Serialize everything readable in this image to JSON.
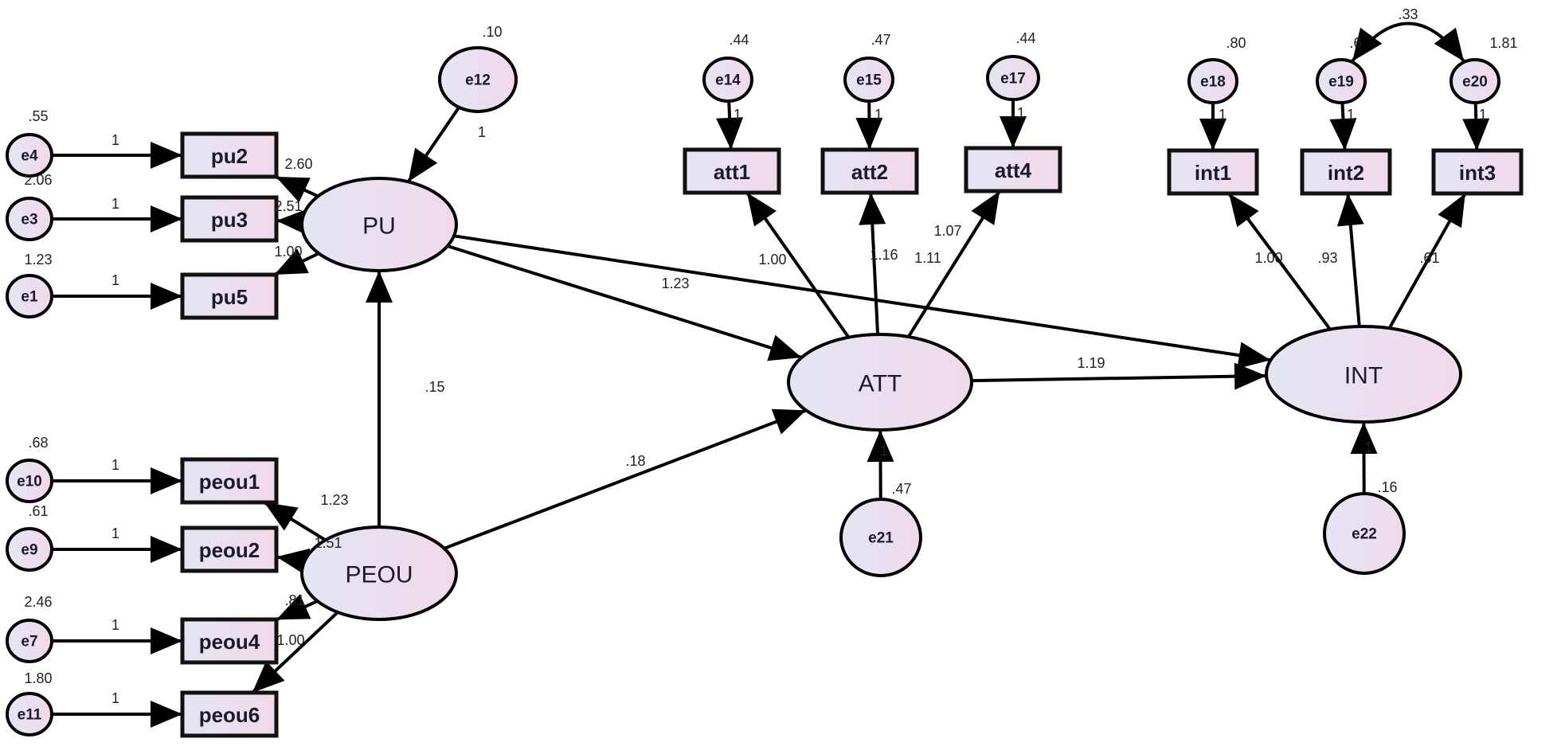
{
  "diagram": {
    "type": "structural-equation-model",
    "latent": [
      {
        "id": "PU",
        "label": "PU"
      },
      {
        "id": "PEOU",
        "label": "PEOU"
      },
      {
        "id": "ATT",
        "label": "ATT"
      },
      {
        "id": "INT",
        "label": "INT"
      }
    ],
    "observed": [
      {
        "id": "pu2",
        "label": "pu2"
      },
      {
        "id": "pu3",
        "label": "pu3"
      },
      {
        "id": "pu5",
        "label": "pu5"
      },
      {
        "id": "peou1",
        "label": "peou1"
      },
      {
        "id": "peou2",
        "label": "peou2"
      },
      {
        "id": "peou4",
        "label": "peou4"
      },
      {
        "id": "peou6",
        "label": "peou6"
      },
      {
        "id": "att1",
        "label": "att1"
      },
      {
        "id": "att2",
        "label": "att2"
      },
      {
        "id": "att4",
        "label": "att4"
      },
      {
        "id": "int1",
        "label": "int1"
      },
      {
        "id": "int2",
        "label": "int2"
      },
      {
        "id": "int3",
        "label": "int3"
      }
    ],
    "errors": [
      {
        "id": "e4",
        "label": "e4",
        "variance": ".55"
      },
      {
        "id": "e3",
        "label": "e3",
        "variance": "2.06"
      },
      {
        "id": "e1",
        "label": "e1",
        "variance": "1.23"
      },
      {
        "id": "e10",
        "label": "e10",
        "variance": ".68"
      },
      {
        "id": "e9",
        "label": "e9",
        "variance": ".61"
      },
      {
        "id": "e7",
        "label": "e7",
        "variance": "2.46"
      },
      {
        "id": "e11",
        "label": "e11",
        "variance": "1.80"
      },
      {
        "id": "e12",
        "label": "e12",
        "variance": ".10"
      },
      {
        "id": "e14",
        "label": "e14",
        "variance": ".44"
      },
      {
        "id": "e15",
        "label": "e15",
        "variance": ".47"
      },
      {
        "id": "e17",
        "label": "e17",
        "variance": ".44"
      },
      {
        "id": "e18",
        "label": "e18",
        "variance": ".80"
      },
      {
        "id": "e19",
        "label": "e19",
        "variance": ".6"
      },
      {
        "id": "e20",
        "label": "e20",
        "variance": "1.81"
      },
      {
        "id": "e21",
        "label": "e21",
        "variance": ".47"
      },
      {
        "id": "e22",
        "label": "e22",
        "variance": ".16"
      }
    ],
    "paths": [
      {
        "from": "e4",
        "to": "pu2",
        "label": "1"
      },
      {
        "from": "e3",
        "to": "pu3",
        "label": "1"
      },
      {
        "from": "e1",
        "to": "pu5",
        "label": "1"
      },
      {
        "from": "e10",
        "to": "peou1",
        "label": "1"
      },
      {
        "from": "e9",
        "to": "peou2",
        "label": "1"
      },
      {
        "from": "e7",
        "to": "peou4",
        "label": "1"
      },
      {
        "from": "e11",
        "to": "peou6",
        "label": "1"
      },
      {
        "from": "PU",
        "to": "pu2",
        "label": "2.60"
      },
      {
        "from": "PU",
        "to": "pu3",
        "label": "2.51"
      },
      {
        "from": "PU",
        "to": "pu5",
        "label": "1.00"
      },
      {
        "from": "PEOU",
        "to": "peou1",
        "label": "1.23"
      },
      {
        "from": "PEOU",
        "to": "peou2",
        "label": "1.51"
      },
      {
        "from": "PEOU",
        "to": "peou4",
        "label": ".81"
      },
      {
        "from": "PEOU",
        "to": "peou6",
        "label": "1.00"
      },
      {
        "from": "e12",
        "to": "PU",
        "label": "1"
      },
      {
        "from": "PEOU",
        "to": "PU",
        "label": ".15"
      },
      {
        "from": "PU",
        "to": "ATT",
        "label": "1.23"
      },
      {
        "from": "PEOU",
        "to": "ATT",
        "label": ".18"
      },
      {
        "from": "PU",
        "to": "INT",
        "label": "1.07"
      },
      {
        "from": "ATT",
        "to": "INT",
        "label": "1.19"
      },
      {
        "from": "ATT",
        "to": "att1",
        "label": "1.00"
      },
      {
        "from": "ATT",
        "to": "att2",
        "label": "1.16"
      },
      {
        "from": "ATT",
        "to": "att4",
        "label": "1.11"
      },
      {
        "from": "e14",
        "to": "att1",
        "label": "1"
      },
      {
        "from": "e15",
        "to": "att2",
        "label": "1"
      },
      {
        "from": "e17",
        "to": "att4",
        "label": "1"
      },
      {
        "from": "INT",
        "to": "int1",
        "label": "1.00"
      },
      {
        "from": "INT",
        "to": "int2",
        "label": ".93"
      },
      {
        "from": "INT",
        "to": "int3",
        "label": ".61"
      },
      {
        "from": "e18",
        "to": "int1",
        "label": "1"
      },
      {
        "from": "e19",
        "to": "int2",
        "label": "1"
      },
      {
        "from": "e20",
        "to": "int3",
        "label": "1"
      },
      {
        "from": "e21",
        "to": "ATT",
        "label": "1"
      },
      {
        "from": "e22",
        "to": "INT",
        "label": "1"
      }
    ],
    "covariances": [
      {
        "between": [
          "e19",
          "e20"
        ],
        "label": ".33"
      }
    ],
    "colors": {
      "fill_left": "#e4e6f4",
      "fill_right": "#f1d9ea",
      "stroke": "#000000",
      "text": "#1a1a2a"
    }
  }
}
